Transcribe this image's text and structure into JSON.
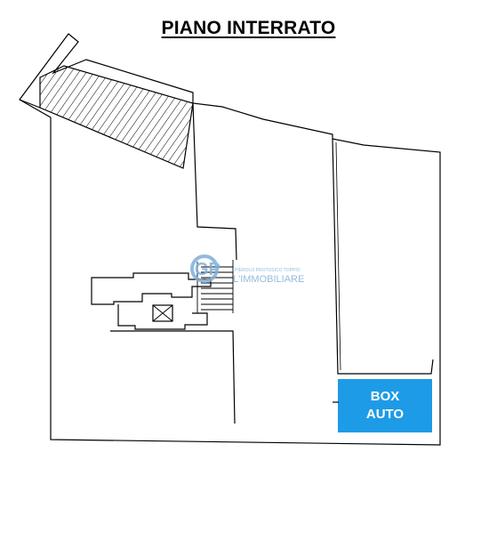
{
  "title": "PIANO INTERRATO",
  "box": {
    "line1": "BOX",
    "line2": "AUTO",
    "color": "#1e9be6"
  },
  "watermark": {
    "logo_text": "GP",
    "small_text": "PIEROLO PROTOSICO TOPPIO",
    "brand_text": "L'IMMOBILIARE",
    "color": "#7fb0d8"
  }
}
